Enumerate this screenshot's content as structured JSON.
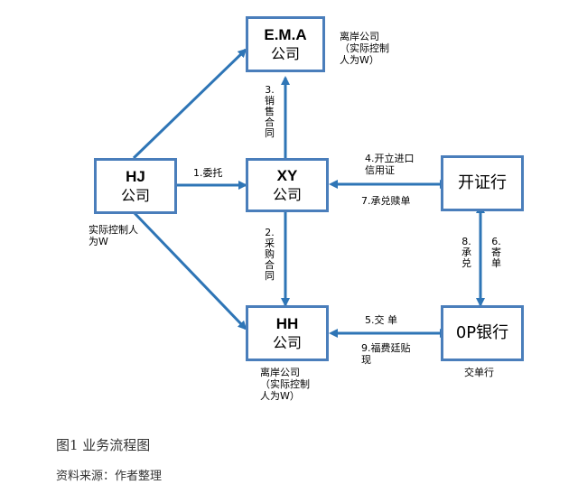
{
  "colors": {
    "arrow": "#2e75b6",
    "box_border": "#4a7ebb"
  },
  "nodes": {
    "ema": {
      "line1": "E.M.A",
      "line2": "公司"
    },
    "hj": {
      "line1": "HJ",
      "line2": "公司"
    },
    "xy": {
      "line1": "XY",
      "line2": "公司"
    },
    "kzh": {
      "line1": "开证行"
    },
    "hh": {
      "line1": "HH",
      "line2": "公司"
    },
    "op": {
      "line1": "0P银行"
    }
  },
  "notes": {
    "ema_note": "离岸公司\n（实际控制\n人为W）",
    "hj_note": "实际控制人\n为W",
    "hh_note": "离岸公司\n（实际控制\n人为W）",
    "op_note": "交单行"
  },
  "edges": {
    "e1": "1.委托",
    "e2": "2.采购合同",
    "e3": "3.销售合同",
    "e4": "4.开立进口\n信用证",
    "e5": "5.交 单",
    "e6": "6.寄单",
    "e7": "7.承兑赎单",
    "e8": "8.承兑",
    "e9": "9.福费廷贴\n现"
  },
  "caption": "图1  业务流程图",
  "source": "资料来源：作者整理"
}
